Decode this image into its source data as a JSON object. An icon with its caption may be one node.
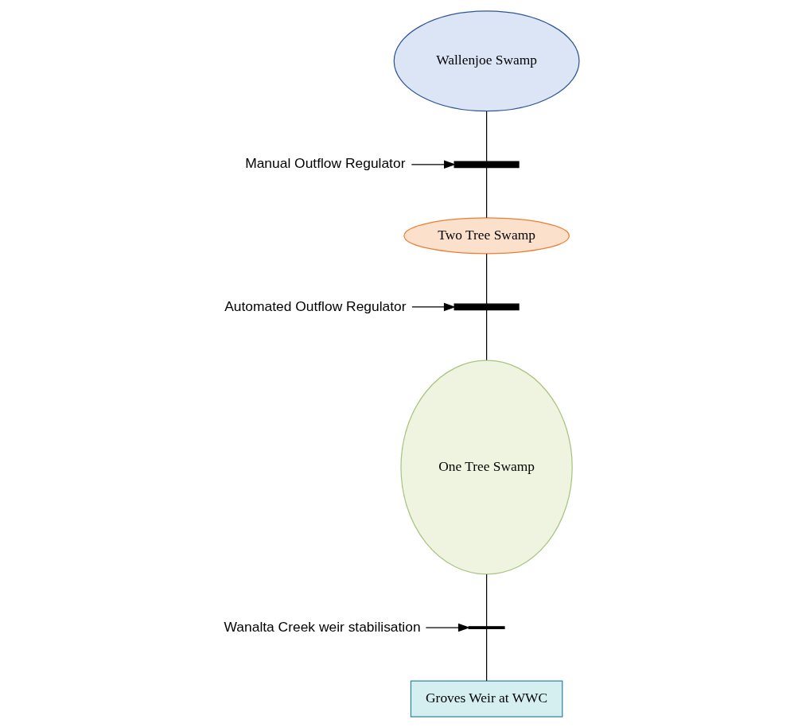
{
  "diagram": {
    "nodes": [
      {
        "text": [
          "Wallenjoe Swamp"
        ]
      },
      {
        "text": [
          "Two Tree Swamp"
        ]
      },
      {
        "text": [
          "One Tree Swamp"
        ]
      },
      {
        "text": [
          "Groves Weir at WWC"
        ]
      },
      {
        "text": [
          "Manual Outflow Regulator"
        ]
      },
      {
        "text": [
          "Automated Outflow Regulator"
        ]
      },
      {
        "text": [
          "Wanalta Creek weir stabilisation"
        ]
      },
      {
        "text": [],
        "shape": "bracket"
      },
      {
        "text": [],
        "shape": "bracket"
      },
      {
        "text": [],
        "shape": "bar"
      }
    ],
    "edges": [
      {
        "from": 0,
        "to": 7,
        "arrow": "none"
      },
      {
        "from": 7,
        "to": 1,
        "arrow": "none"
      },
      {
        "from": 1,
        "to": 8,
        "arrow": "none"
      },
      {
        "from": 8,
        "to": 2,
        "arrow": "none"
      },
      {
        "from": 2,
        "to": 9,
        "arrow": "none"
      },
      {
        "from": 9,
        "to": 3,
        "arrow": "none"
      },
      {
        "from": 4,
        "to": 7,
        "arrow": "to"
      },
      {
        "from": 5,
        "to": 8,
        "arrow": "to"
      },
      {
        "from": 6,
        "to": 9,
        "arrow": "to"
      }
    ]
  }
}
